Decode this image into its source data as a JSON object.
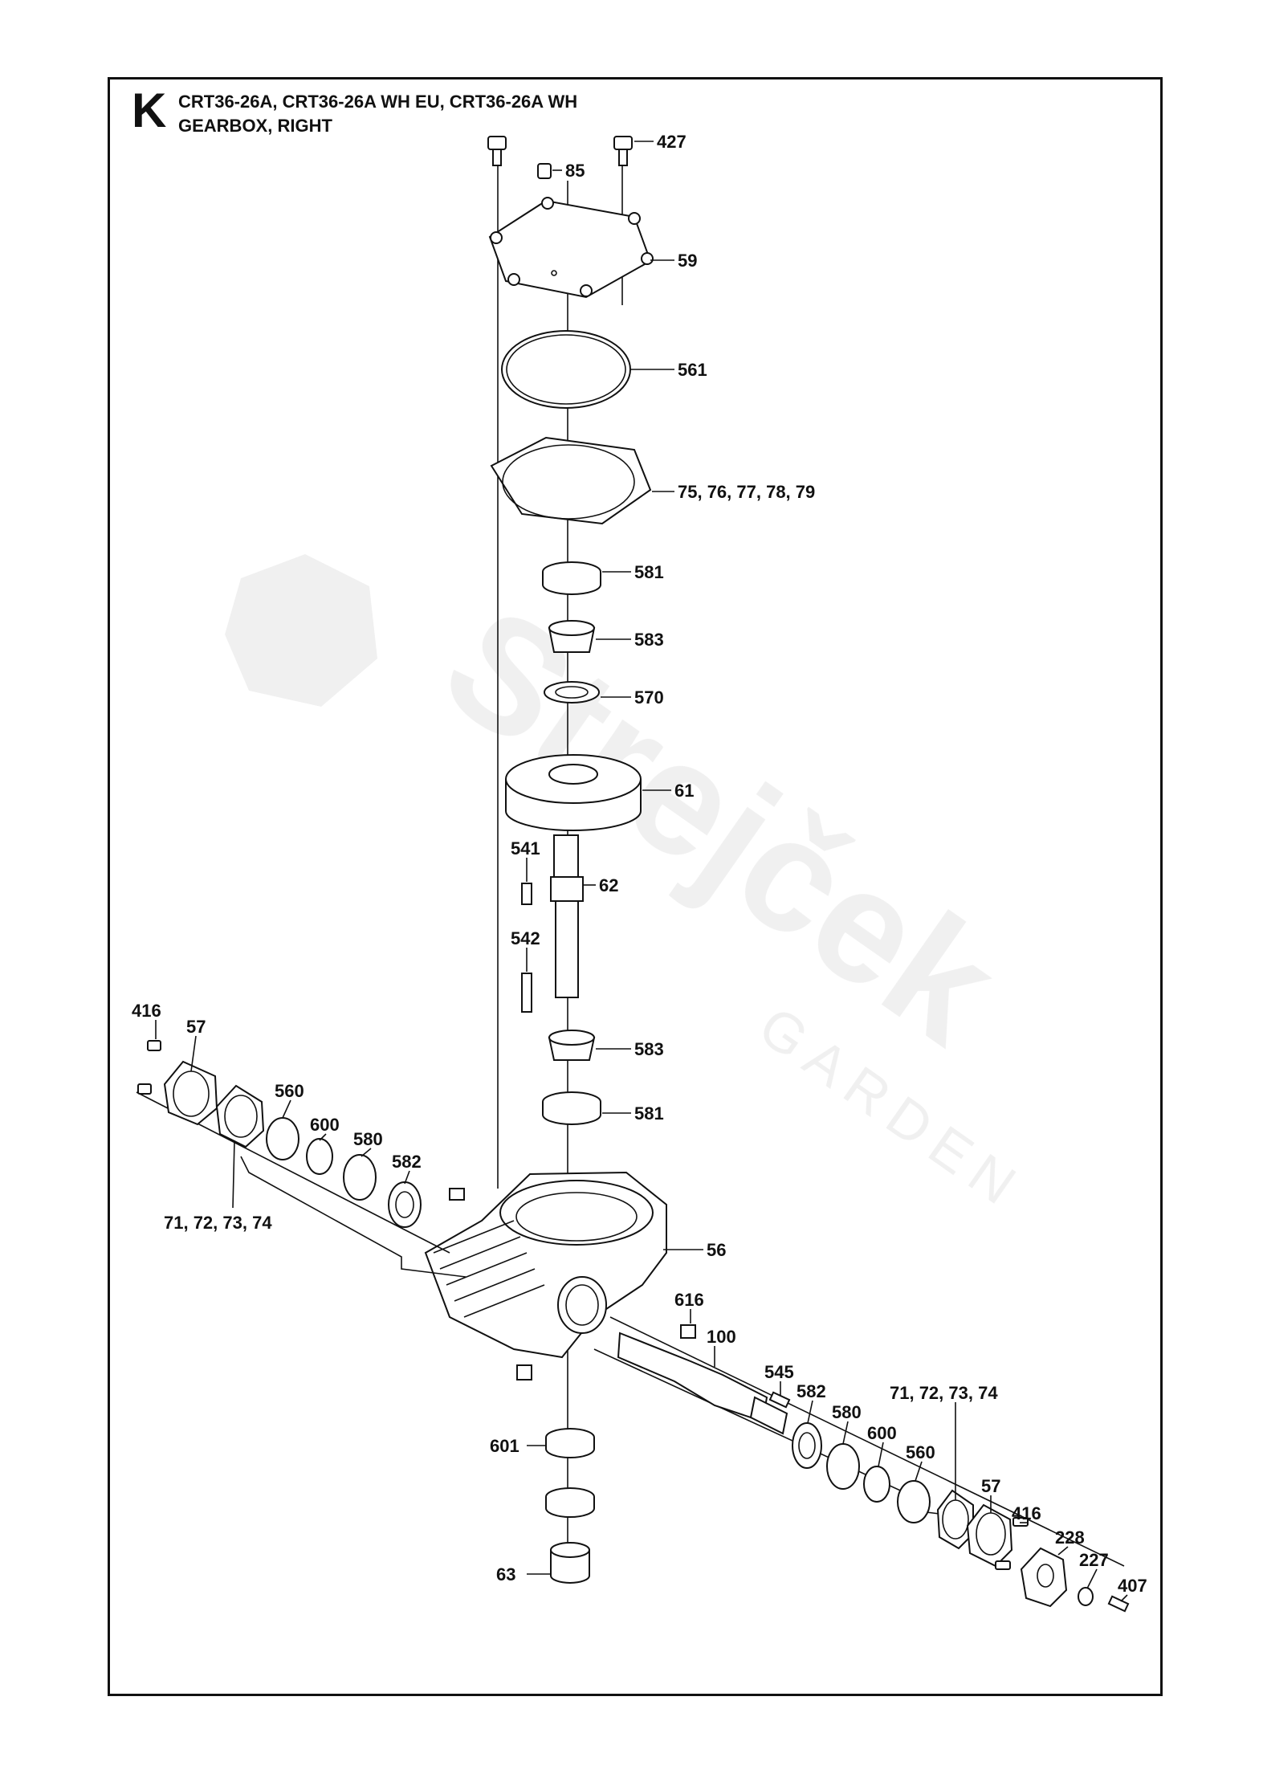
{
  "header": {
    "section_letter": "K",
    "models": "CRT36-26A, CRT36-26A WH EU, CRT36-26A WH",
    "title": "GEARBOX, RIGHT"
  },
  "watermark": {
    "brand": "Strejček",
    "sub": "GARDEN"
  },
  "callouts": {
    "c427": "427",
    "c85": "85",
    "c59": "59",
    "c561": "561",
    "c75": "75, 76, 77, 78, 79",
    "c581a": "581",
    "c583a": "583",
    "c570": "570",
    "c61": "61",
    "c541": "541",
    "c62": "62",
    "c542": "542",
    "c583b": "583",
    "c581b": "581",
    "c416a": "416",
    "c57a": "57",
    "c560a": "560",
    "c600a": "600",
    "c580a": "580",
    "c582a": "582",
    "c71a": "71, 72, 73, 74",
    "c56": "56",
    "c616": "616",
    "c100": "100",
    "c545": "545",
    "c582b": "582",
    "c580b": "580",
    "c600b": "600",
    "c560b": "560",
    "c71b": "71, 72, 73, 74",
    "c57b": "57",
    "c416b": "416",
    "c228": "228",
    "c227": "227",
    "c407": "407",
    "c601": "601",
    "c63": "63"
  }
}
